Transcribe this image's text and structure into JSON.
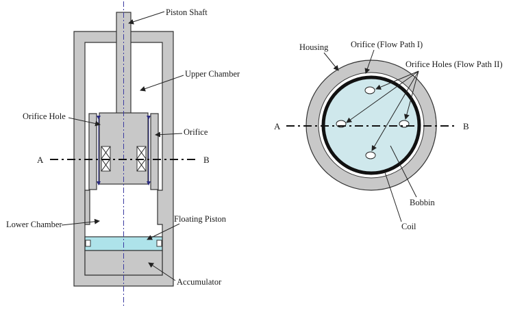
{
  "left_diagram": {
    "labels": {
      "piston_shaft": "Piston Shaft",
      "upper_chamber": "Upper Chamber",
      "orifice_hole": "Orifice Hole",
      "orifice": "Orifice",
      "lower_chamber": "Lower Chamber",
      "floating_piston": "Floating Piston",
      "accumulator": "Accumulator"
    },
    "section_a": "A",
    "section_b": "B"
  },
  "right_diagram": {
    "labels": {
      "housing": "Housing",
      "orifice_flow_path_1": "Orifice (Flow Path I)",
      "orifice_holes_flow_path_2": "Orifice Holes (Flow Path II)",
      "bobbin": "Bobbin",
      "coil": "Coil"
    },
    "section_a": "A",
    "section_b": "B"
  },
  "colors": {
    "housing_gray": "#c8c8c8",
    "fluid_blue": "#cfe8ec",
    "floating_piston_blue": "#aee3ea",
    "centerline_blue": "#3a3aa0"
  }
}
